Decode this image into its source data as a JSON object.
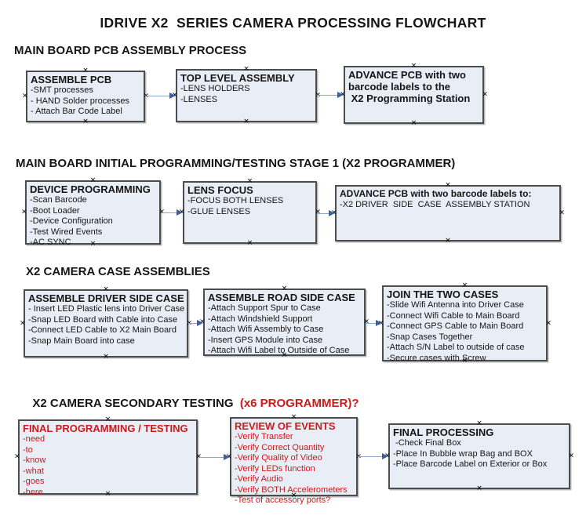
{
  "colors": {
    "box_fill": "#e8edf6",
    "box_border": "#4d4d4d",
    "red": "#cc1b1b",
    "connector_line": "#8ca6c4",
    "connector_arrow": "#3c5f9f"
  },
  "glyphs": {
    "connection_handle": "×"
  },
  "title": "IDRIVE X2  SERIES CAMERA PROCESSING FLOWCHART",
  "sections": [
    {
      "heading": "MAIN BOARD PCB ASSEMBLY PROCESS",
      "boxes": [
        {
          "title": "ASSEMBLE PCB",
          "items": [
            "-SMT processes",
            "- HAND Solder processes",
            "- Attach Bar Code Label"
          ]
        },
        {
          "title": "TOP LEVEL ASSEMBLY",
          "items": [
            "-LENS HOLDERS",
            "-LENSES"
          ]
        },
        {
          "title": "ADVANCE PCB with two\nbarcode labels to the\n X2 Programming Station",
          "items": []
        }
      ]
    },
    {
      "heading": "MAIN BOARD INITIAL PROGRAMMING/TESTING STAGE 1 (X2 PROGRAMMER)",
      "boxes": [
        {
          "title": "DEVICE PROGRAMMING",
          "items": [
            "-Scan Barcode",
            "-Boot Loader",
            "-Device Configuration",
            "-Test Wired Events",
            "-AC SYNC"
          ]
        },
        {
          "title": "LENS FOCUS",
          "items": [
            "-FOCUS BOTH LENSES",
            "-GLUE LENSES"
          ]
        },
        {
          "title": "ADVANCE PCB with two barcode labels to:",
          "items": [
            "-X2 DRIVER  SIDE  CASE  ASSEMBLY STATION"
          ]
        }
      ]
    },
    {
      "heading": "X2 CAMERA CASE ASSEMBLIES",
      "boxes": [
        {
          "title": "ASSEMBLE DRIVER SIDE CASE",
          "items": [
            "- Insert LED Plastic lens into Driver Case",
            "-Snap LED Board with Cable into Case",
            "-Connect LED Cable to X2 Main Board",
            "-Snap Main Board into case"
          ]
        },
        {
          "title": "ASSEMBLE ROAD SIDE CASE",
          "items": [
            "-Attach Support Spur to Case",
            "-Attach Windshield Support",
            "-Attach Wifi Assembly to Case",
            "-Insert GPS Module into Case",
            "-Attach Wifi Label to Outside of Case"
          ]
        },
        {
          "title": "JOIN THE TWO CASES",
          "items": [
            "-Slide Wifi Antenna into Driver Case",
            "-Connect Wifi Cable to Main Board",
            "-Connect GPS Cable to Main Board",
            "-Snap Cases Together",
            "-Attach S/N Label to outside of case",
            "-Secure cases with Screw"
          ]
        }
      ]
    },
    {
      "heading": "X2 CAMERA SECONDARY TESTING ",
      "heading_red": " (x6 PROGRAMMER)?",
      "boxes": [
        {
          "title": "FINAL PROGRAMMING / TESTING",
          "red": true,
          "items": [
            "-need",
            "-to",
            "-know",
            "-what",
            "-goes",
            "-here"
          ]
        },
        {
          "title": "REVIEW OF EVENTS",
          "red": true,
          "items": [
            "-Verify Transfer",
            "-Verify Correct Quantity",
            "-Verify Quality of Video",
            "-Verify LEDs function",
            "-Verify Audio",
            "-Verify BOTH Accelerometers",
            "-Test of accessory ports?"
          ]
        },
        {
          "title": "FINAL PROCESSING",
          "items": [
            " -Check Final Box",
            "-Place In Bubble wrap Bag and BOX",
            "-Place Barcode Label on Exterior or Box"
          ]
        }
      ]
    }
  ]
}
